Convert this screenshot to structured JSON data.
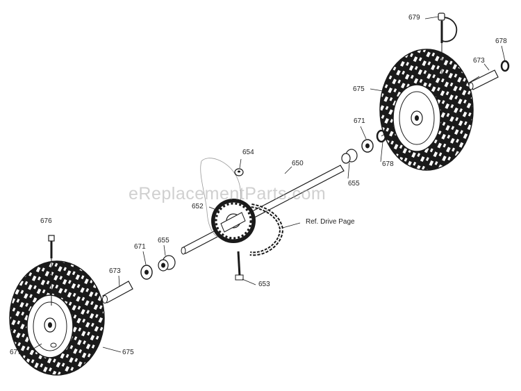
{
  "watermark": "eReplacementParts.com",
  "labels": {
    "p679": "679",
    "p678_top": "678",
    "p673_top": "673",
    "p675_top": "675",
    "p671_top": "671",
    "p678_mid": "678",
    "p654": "654",
    "p650": "650",
    "p655_top": "655",
    "p652": "652",
    "ref": "Ref. Drive Page",
    "p676": "676",
    "p671_bot": "671",
    "p655_bot": "655",
    "p673_bot": "673",
    "p653": "653",
    "p677": "677",
    "p675_bot": "675"
  },
  "colors": {
    "ink": "#1a1a1a",
    "background": "#ffffff",
    "watermark": "#aaaaaa"
  }
}
